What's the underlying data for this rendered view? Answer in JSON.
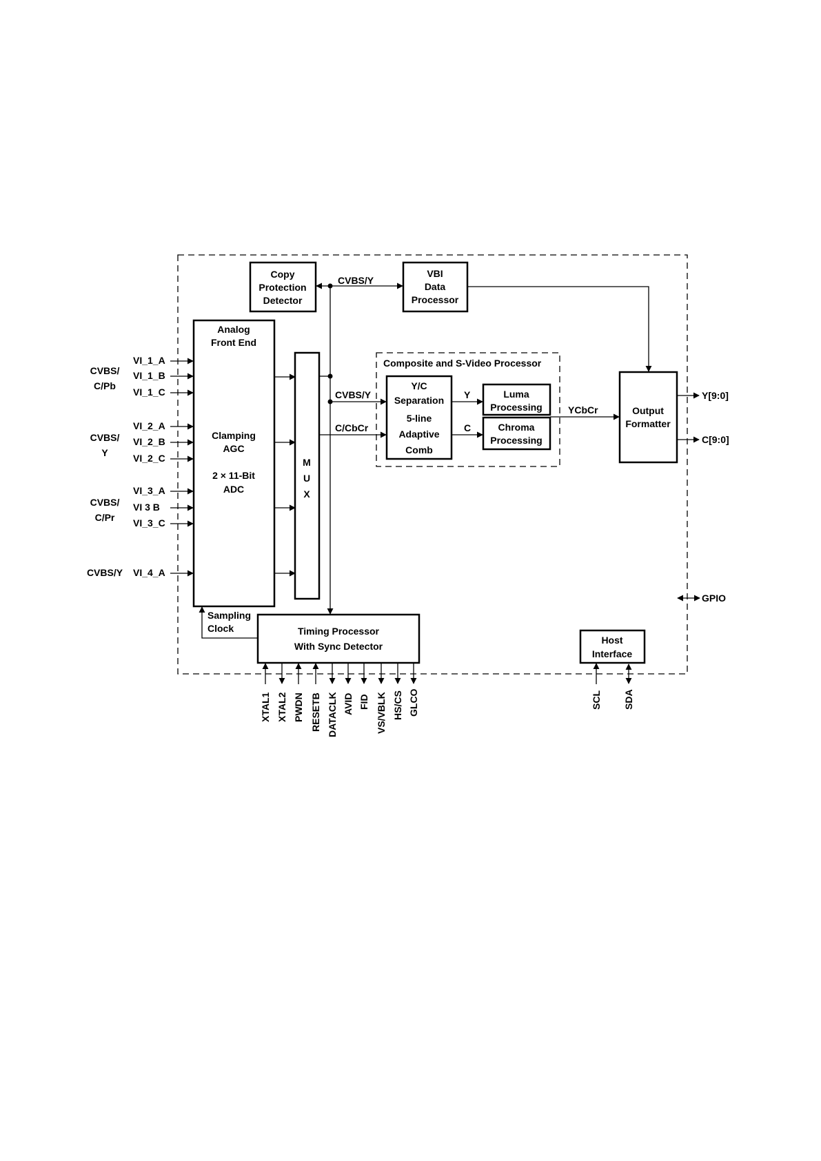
{
  "blocks": {
    "copy_protection": [
      "Copy",
      "Protection",
      "Detector"
    ],
    "vbi": [
      "VBI",
      "Data",
      "Processor"
    ],
    "afe": {
      "title": [
        "Analog",
        "Front End"
      ],
      "middle": [
        "Clamping",
        "AGC"
      ],
      "adc": [
        "2 × 11-Bit",
        "ADC"
      ]
    },
    "mux": [
      "M",
      "U",
      "X"
    ],
    "composite_group": "Composite and S-Video Processor",
    "yc_sep": [
      "Y/C",
      "Separation",
      "5-line",
      "Adaptive",
      "Comb"
    ],
    "luma": [
      "Luma",
      "Processing"
    ],
    "chroma": [
      "Chroma",
      "Processing"
    ],
    "output_formatter": [
      "Output",
      "Formatter"
    ],
    "timing": [
      "Timing Processor",
      "With Sync Detector"
    ],
    "host": [
      "Host",
      "Interface"
    ]
  },
  "input_groups": [
    {
      "label": [
        "CVBS/",
        "C/Pb"
      ],
      "pins": [
        "VI_1_A",
        "VI_1_B",
        "VI_1_C"
      ]
    },
    {
      "label": [
        "CVBS/",
        "Y"
      ],
      "pins": [
        "VI_2_A",
        "VI_2_B",
        "VI_2_C"
      ]
    },
    {
      "label": [
        "CVBS/",
        "C/Pr"
      ],
      "pins": [
        "VI_3_A",
        "VI 3 B",
        "VI_3_C"
      ]
    },
    {
      "label": [
        "CVBS/Y"
      ],
      "pins": [
        "VI_4_A"
      ]
    }
  ],
  "signals": {
    "cvbs_y_top": "CVBS/Y",
    "cvbs_y_mid": "CVBS/Y",
    "c_cbcr": "C/CbCr",
    "y": "Y",
    "c": "C",
    "ycbcr": "YCbCr",
    "sampling_clock": [
      "Sampling",
      "Clock"
    ]
  },
  "outputs": [
    "Y[9:0]",
    "C[9:0]",
    "GPIO"
  ],
  "timing_pins": [
    "XTAL1",
    "XTAL2",
    "PWDN",
    "RESETB",
    "DATACLK",
    "AVID",
    "FID",
    "VS/VBLK",
    "HS/CS",
    "GLCO"
  ],
  "host_pins": [
    "SCL",
    "SDA"
  ]
}
